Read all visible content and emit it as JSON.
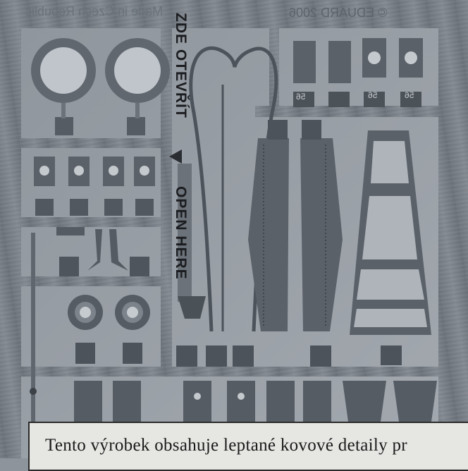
{
  "fret": {
    "copyright_mirrored": "© EDUARD 2006",
    "origin_mirrored": "Made in Czech Republic",
    "label_czech": "ZDE OTEVŘÍT",
    "label_english": "OPEN HERE",
    "part_numbers": [
      "56",
      "56",
      "56"
    ]
  },
  "instruction_text": "Tento výrobek obsahuje leptané kovové detaily pr"
}
